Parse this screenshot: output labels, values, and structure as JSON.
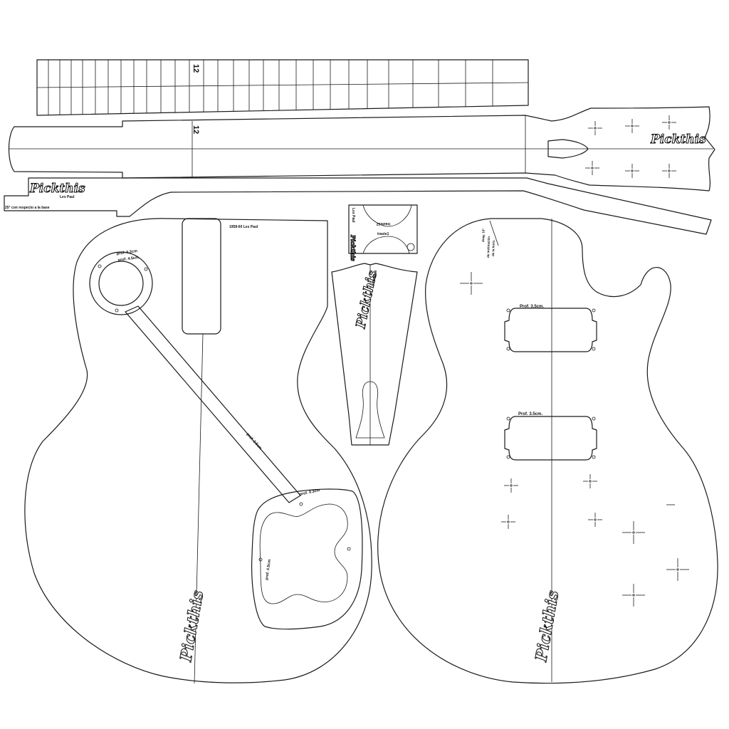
{
  "fret_number": "12",
  "brand": "Pickthis",
  "model": "Les Paul",
  "angle_note": "25° con respecto a la base",
  "body_title": "1958-60 Les Paul",
  "depths": {
    "jack_outer": "prof. 0.2cm",
    "jack_inner": "prof. 4.5cm",
    "channel": "prof. 2.5cm",
    "cavity_outer": "prof. 0.3cm",
    "cavity_inner": "prof. 4.5cm",
    "pickup_neck": "Prof. 3.5cm.",
    "pickup_bridge": "Prof. 3.5cm."
  },
  "template_fret12": "traste12",
  "template_fret1": "traste1",
  "neck_angle_note": [
    "drag. 10°",
    "de inclinación",
    "de la horiz."
  ]
}
